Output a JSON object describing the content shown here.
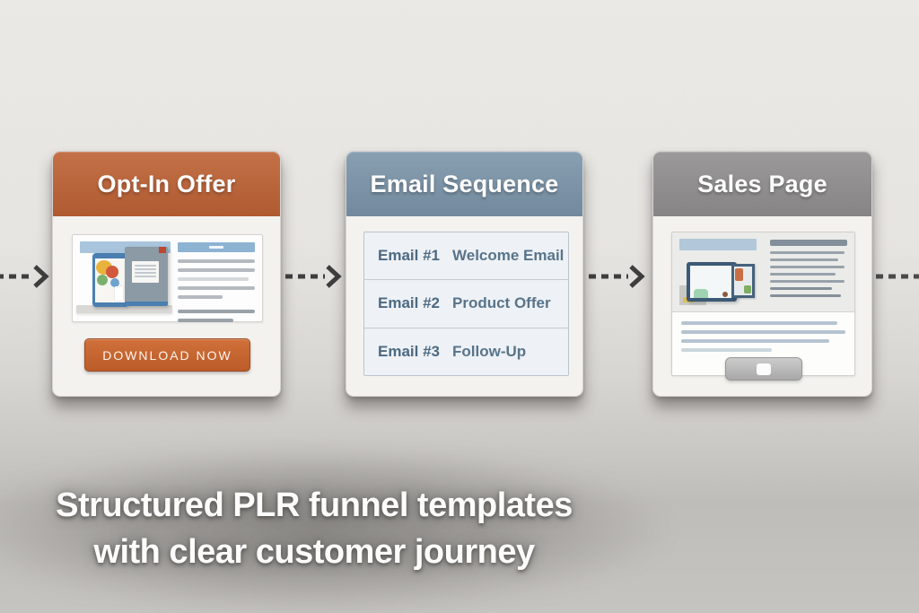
{
  "diagram": {
    "title_caption": {
      "line1": "Structured PLR funnel templates",
      "line2": "with clear customer journey"
    },
    "cards": [
      {
        "id": "opt-in-offer",
        "title": "Opt-In Offer",
        "header_color": "#bd6134",
        "button_label": "DOWNLOAD NOW",
        "button_color": "#c4632f"
      },
      {
        "id": "email-sequence",
        "title": "Email Sequence",
        "header_color": "#7b94a9",
        "rows": [
          {
            "label": "Email #1",
            "desc": "Welcome Email"
          },
          {
            "label": "Email #2",
            "desc": "Product Offer"
          },
          {
            "label": "Email #3",
            "desc": "Follow-Up"
          }
        ]
      },
      {
        "id": "sales-page",
        "title": "Sales Page",
        "header_color": "#908e8f"
      }
    ],
    "connectors": {
      "style": "dashed-arrow",
      "color": "#3e3e3e",
      "count": 4
    },
    "background_color": "#e8e6e2",
    "text_color_email_rows": "#4c6a82"
  }
}
